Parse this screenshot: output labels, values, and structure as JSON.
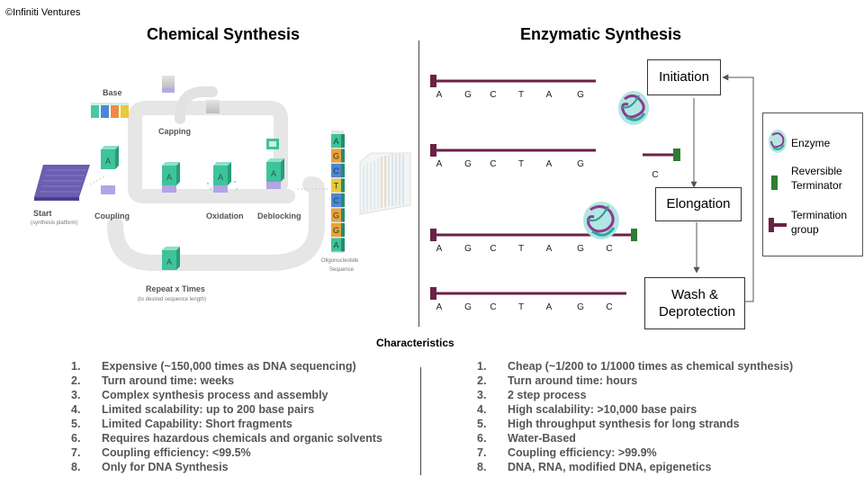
{
  "copyright": "©Infiniti Ventures",
  "chemical": {
    "title": "Chemical Synthesis",
    "labels": {
      "base": "Base",
      "capping": "Capping",
      "coupling": "Coupling",
      "oxidation": "Oxidation",
      "deblocking": "Deblocking",
      "start": "Start",
      "start_sub": "(synthesis platform)",
      "repeat": "Repeat x Times",
      "repeat_sub": "(to desired sequence length)",
      "oligo": "Oligonucleotide",
      "oligo_sub": "Sequence",
      "cube_letter": "A",
      "oligo_letters": [
        "A",
        "G",
        "C",
        "T",
        "C",
        "G",
        "G",
        "A"
      ]
    }
  },
  "enzymatic": {
    "title": "Enzymatic Synthesis",
    "steps": {
      "initiation": "Initiation",
      "elongation": "Elongation",
      "wash": "Wash & Deprotection"
    },
    "strands": [
      [
        "A",
        "G",
        "C",
        "T",
        "A",
        "G"
      ],
      [
        "A",
        "G",
        "C",
        "T",
        "A",
        "G"
      ],
      [
        "A",
        "G",
        "C",
        "T",
        "A",
        "G",
        "C"
      ],
      [
        "A",
        "G",
        "C",
        "T",
        "A",
        "G",
        "C"
      ]
    ],
    "free_nucleotide": "C",
    "legend": {
      "enzyme": "Enzyme",
      "reversible": "Reversible Terminator",
      "termination": "Termination group"
    },
    "colors": {
      "strand": "#6b2146",
      "terminator": "#2e7d32"
    }
  },
  "characteristics": {
    "title": "Characteristics",
    "chemical": [
      {
        "n": "1.",
        "t": "Expensive (~150,000 times as DNA sequencing)"
      },
      {
        "n": "2.",
        "t": "Turn around time: weeks"
      },
      {
        "n": "3.",
        "t": "Complex synthesis process and assembly"
      },
      {
        "n": "4.",
        "t": "Limited scalability: up to 200 base pairs"
      },
      {
        "n": "5.",
        "t": "Limited Capability: Short fragments"
      },
      {
        "n": "6.",
        "t": "Requires hazardous chemicals and organic solvents"
      },
      {
        "n": "7.",
        "t": "Coupling efficiency: <99.5%"
      },
      {
        "n": "8.",
        "t": "Only for DNA Synthesis"
      }
    ],
    "enzymatic": [
      {
        "n": "1.",
        "t": "Cheap (~1/200 to 1/1000 times as chemical synthesis)"
      },
      {
        "n": "2.",
        "t": "Turn around time: hours"
      },
      {
        "n": "3.",
        "t": "2 step process"
      },
      {
        "n": "4.",
        "t": "High scalability: >10,000 base pairs"
      },
      {
        "n": "5.",
        "t": "High throughput synthesis for long strands"
      },
      {
        "n": "6.",
        "t": "Water-Based"
      },
      {
        "n": "7.",
        "t": "Coupling efficiency: >99.9%"
      },
      {
        "n": "8.",
        "t": "DNA, RNA, modified DNA, epigenetics"
      }
    ]
  }
}
